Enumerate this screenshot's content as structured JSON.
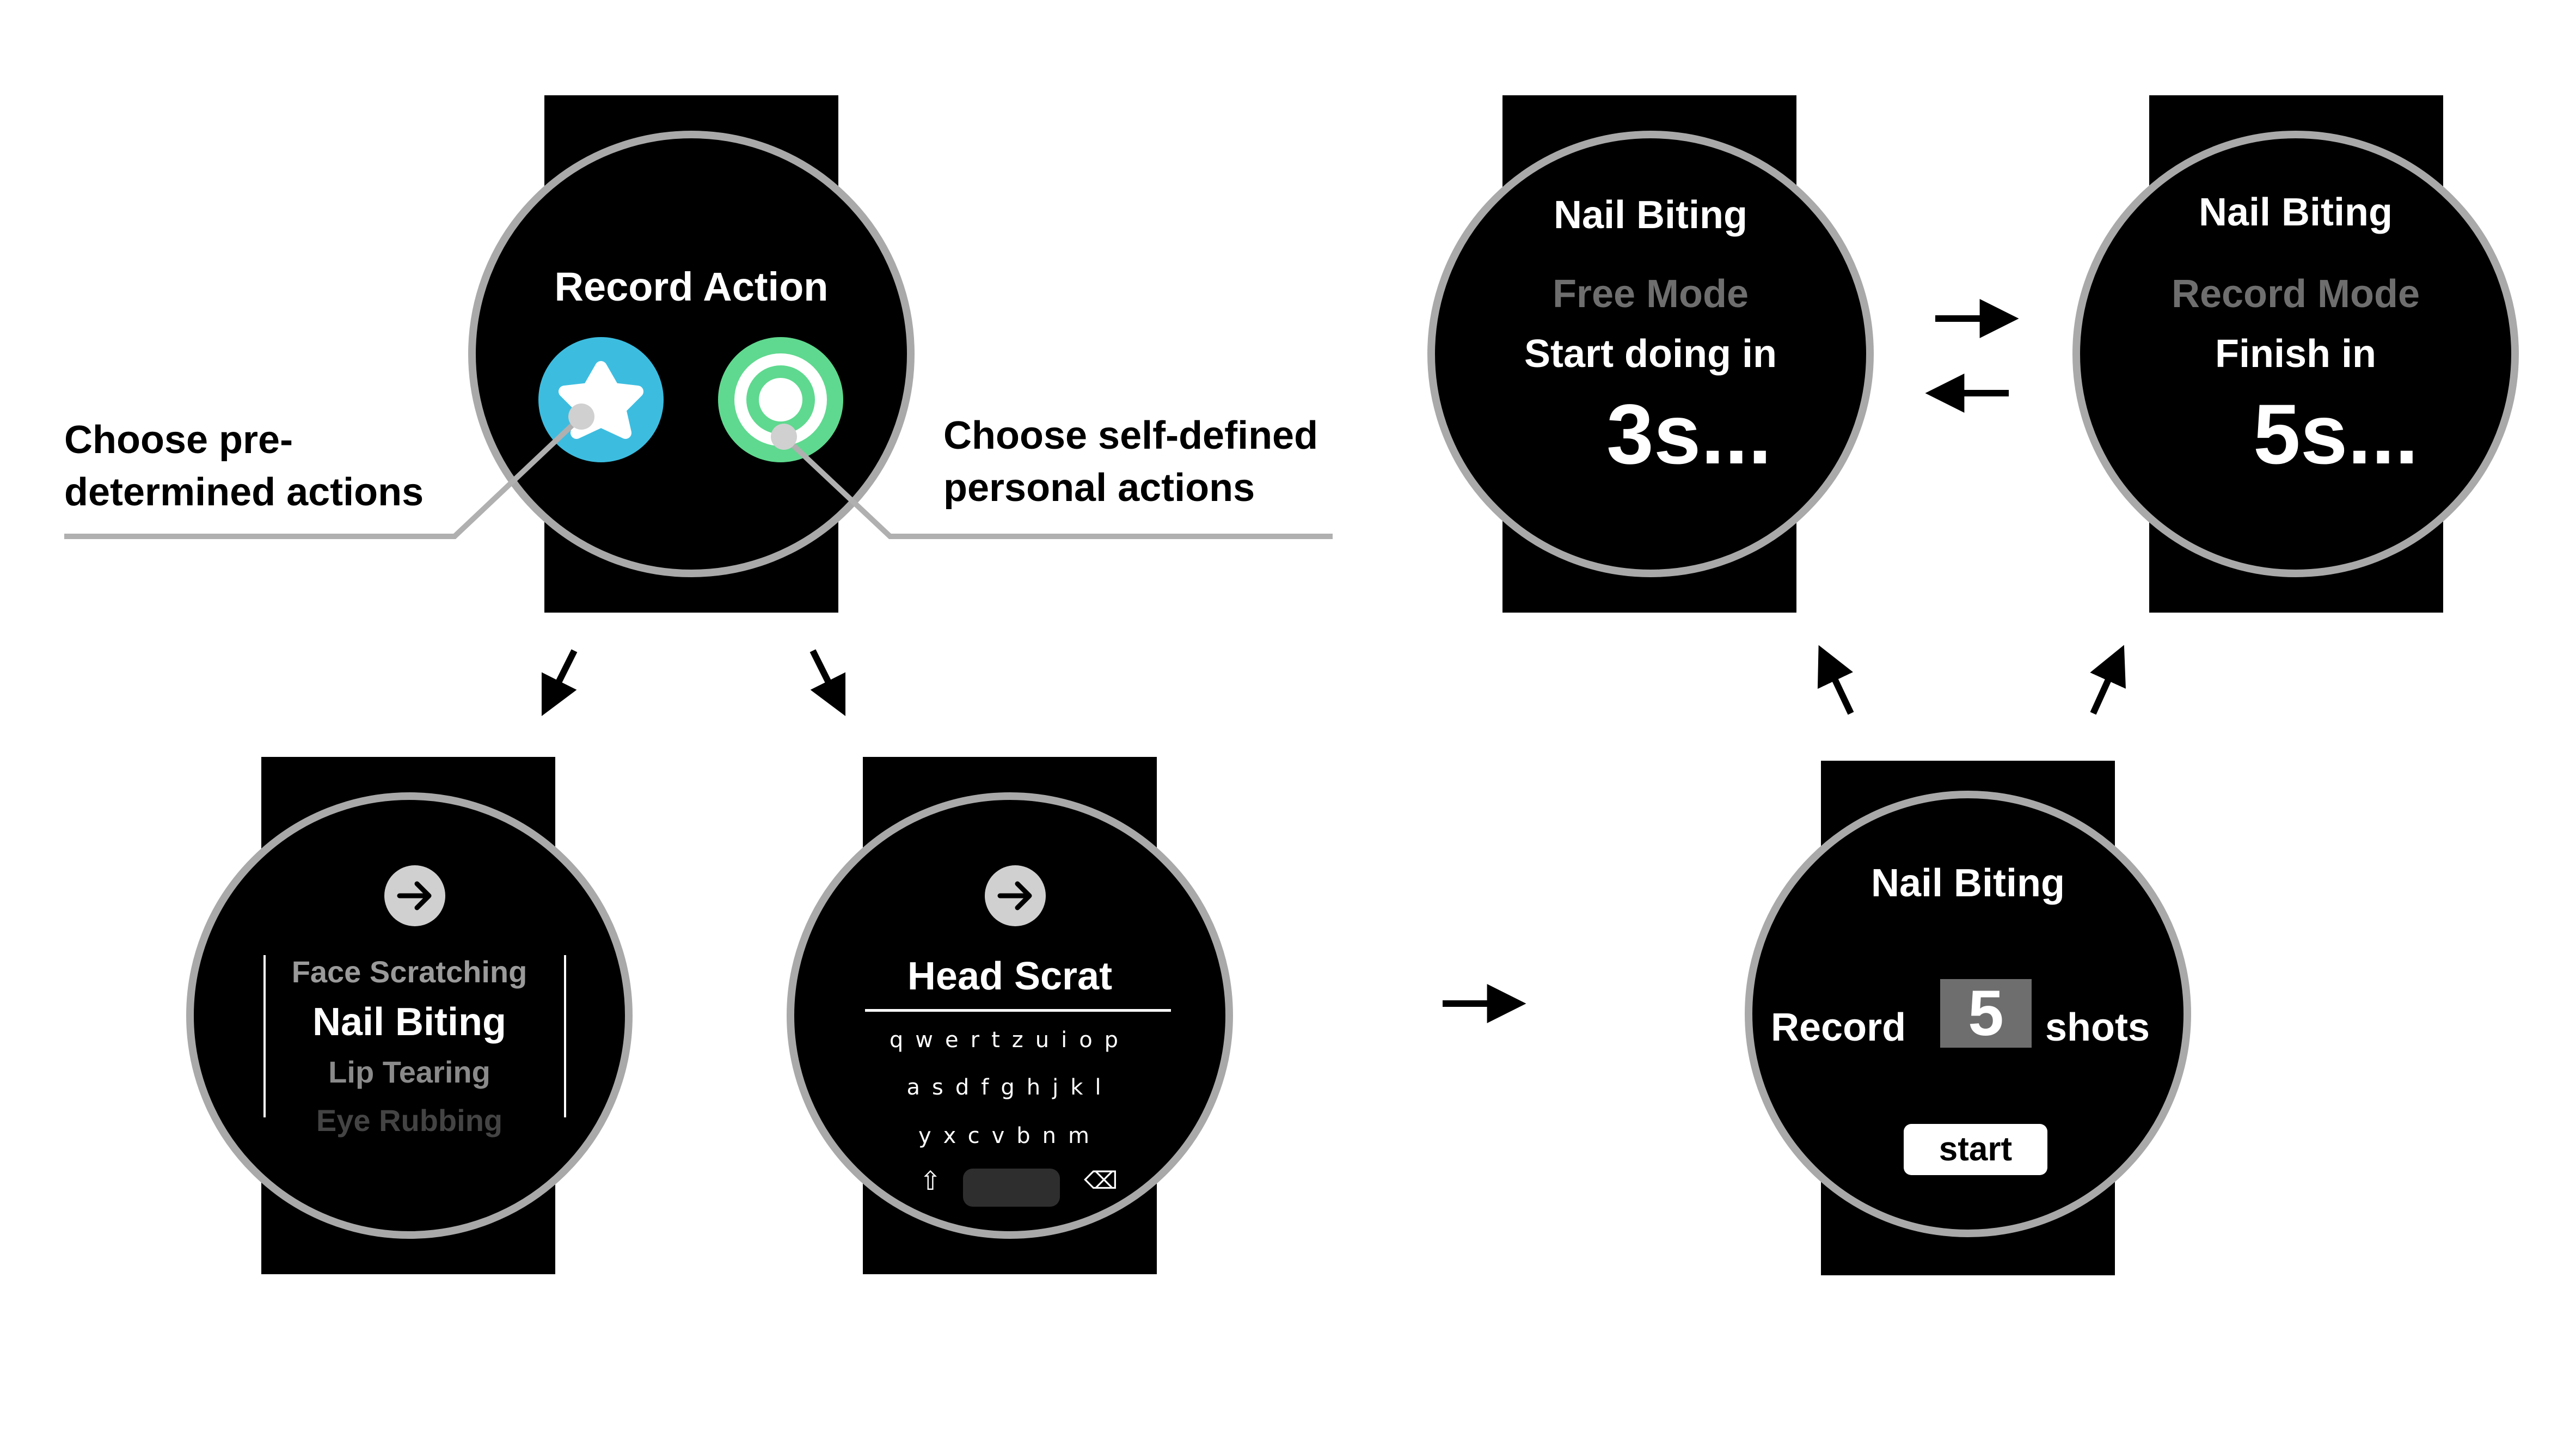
{
  "record_screen": {
    "title": "Record Action",
    "predetermined_icon": "star-icon",
    "personal_icon": "target-icon",
    "predetermined_label_line1": "Choose pre-",
    "predetermined_label_line2": "determined actions",
    "personal_label_line1": "Choose self-defined",
    "personal_label_line2": "personal actions"
  },
  "list_screen": {
    "next_icon": "arrow-right-icon",
    "items": [
      "Face Scratching",
      "Nail Biting",
      "Lip Tearing",
      "Eye Rubbing"
    ]
  },
  "keyboard_screen": {
    "next_icon": "arrow-right-icon",
    "input_text": "Head Scrat",
    "row1": "qwertzuiop",
    "row2": "asdfghjkl",
    "row3": "yxcvbnm",
    "shift_symbol": "⇧",
    "delete_symbol": "⌫"
  },
  "shots_screen": {
    "title": "Nail Biting",
    "record_label": "Record",
    "shots_value": "5",
    "shots_label": "shots",
    "start_label": "start"
  },
  "free_mode_screen": {
    "title": "Nail Biting",
    "mode": "Free Mode",
    "prompt": "Start doing in",
    "countdown": "3s..."
  },
  "record_mode_screen": {
    "title": "Nail Biting",
    "mode": "Record Mode",
    "prompt": "Finish in",
    "countdown": "5s..."
  },
  "colors": {
    "face_bezel": "#a9a9a9",
    "star_button": "#3cbde0",
    "target_button": "#5fd98f",
    "dim_text": "#6e6e6e",
    "faint_text": "#444444"
  }
}
